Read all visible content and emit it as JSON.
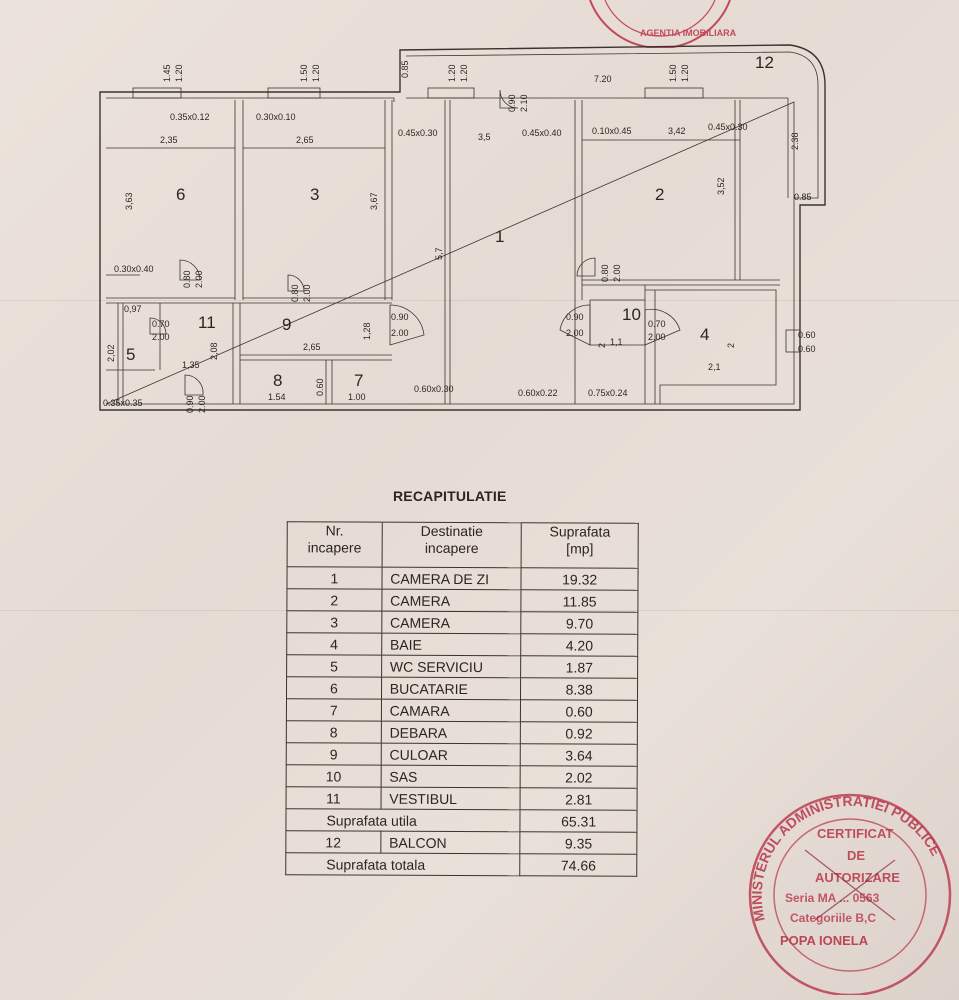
{
  "floor_plan": {
    "rooms": [
      {
        "num": "1"
      },
      {
        "num": "2"
      },
      {
        "num": "3"
      },
      {
        "num": "4"
      },
      {
        "num": "5"
      },
      {
        "num": "6"
      },
      {
        "num": "7"
      },
      {
        "num": "8"
      },
      {
        "num": "9"
      },
      {
        "num": "10"
      },
      {
        "num": "11"
      },
      {
        "num": "12"
      }
    ],
    "dimensions": [
      "1.45",
      "1.20",
      "1.50",
      "1.20",
      "0.85",
      "1.20",
      "1.20",
      "0.90",
      "2.10",
      "7.20",
      "1.50",
      "1.20",
      "0.35x0.12",
      "0.30x0.10",
      "0.45x0.30",
      "3,5",
      "0.45x0.40",
      "0.10x0.45",
      "3,42",
      "0.45x0.30",
      "2,35",
      "2,65",
      "2.38",
      "3,63",
      "3,67",
      "5,7",
      "3,52",
      "0.85",
      "0.30x0.40",
      "0.80",
      "2.00",
      "0.80",
      "2.00",
      "0.80",
      "2.00",
      "0,97",
      "0.70",
      "2.00",
      "0.90",
      "2.00",
      "0.90",
      "2.00",
      "0.70",
      "2.00",
      "2,02",
      "1,35",
      "2,08",
      "2,65",
      "1,28",
      "2",
      "1,1",
      "2",
      "2,1",
      "0.60",
      "0.60",
      "1.54",
      "0.60",
      "1.00",
      "0.35x0.35",
      "0.90",
      "2.00",
      "0.60x0.30",
      "0.60x0.22",
      "0.75x0.24"
    ]
  },
  "recap": {
    "title": "RECAPITULATIE",
    "headers": [
      "Nr.\nincapere",
      "Destinatie\nincapere",
      "Suprafata\n[mp]"
    ],
    "rows": [
      {
        "nr": "1",
        "dest": "CAMERA DE ZI",
        "area": "19.32"
      },
      {
        "nr": "2",
        "dest": "CAMERA",
        "area": "11.85"
      },
      {
        "nr": "3",
        "dest": "CAMERA",
        "area": "9.70"
      },
      {
        "nr": "4",
        "dest": "BAIE",
        "area": "4.20"
      },
      {
        "nr": "5",
        "dest": "WC SERVICIU",
        "area": "1.87"
      },
      {
        "nr": "6",
        "dest": "BUCATARIE",
        "area": "8.38"
      },
      {
        "nr": "7",
        "dest": "CAMARA",
        "area": "0.60"
      },
      {
        "nr": "8",
        "dest": "DEBARA",
        "area": "0.92"
      },
      {
        "nr": "9",
        "dest": "CULOAR",
        "area": "3.64"
      },
      {
        "nr": "10",
        "dest": "SAS",
        "area": "2.02"
      },
      {
        "nr": "11",
        "dest": "VESTIBUL",
        "area": "2.81"
      }
    ],
    "useful_label": "Suprafata utila",
    "useful_value": "65.31",
    "balcony": {
      "nr": "12",
      "dest": "BALCON",
      "area": "9.35"
    },
    "total_label": "Suprafata totala",
    "total_value": "74.66"
  },
  "stamps": {
    "ministry_ring": "MINISTERUL ADMINISTRATIEI PUBLICE",
    "lines": [
      "CERTIFICAT",
      "DE",
      "AUTORIZARE",
      "Seria MA ... 0563",
      "Categoriile B,C",
      "POPA IONELA"
    ],
    "top_stamp": "AGENTIA IMOBILIARA",
    "color": "#b8364a"
  }
}
